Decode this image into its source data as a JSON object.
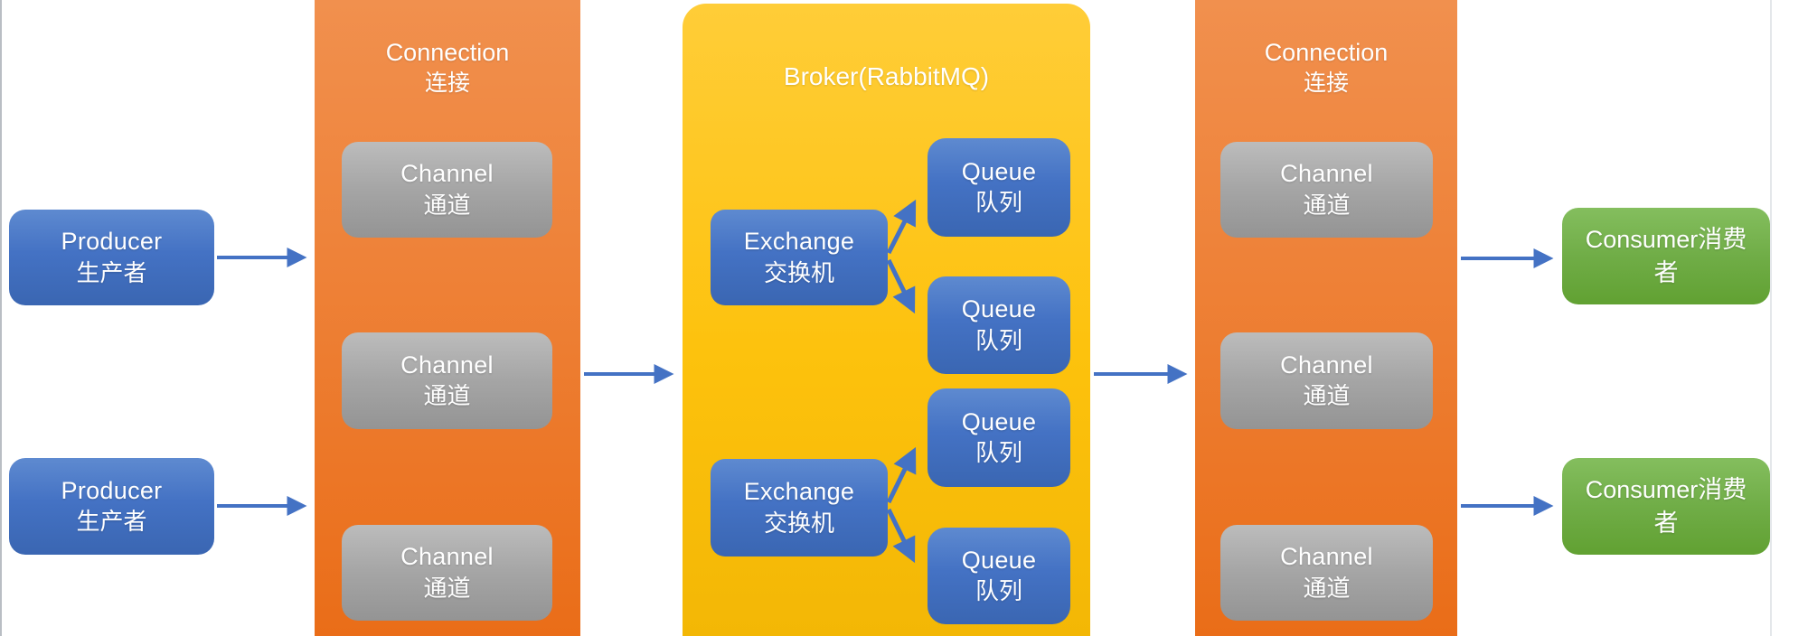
{
  "diagram": {
    "producers": [
      {
        "en": "Producer",
        "zh": "生产者"
      },
      {
        "en": "Producer",
        "zh": "生产者"
      }
    ],
    "producer_connection": {
      "en": "Connection",
      "zh": "连接",
      "channels": [
        {
          "en": "Channel",
          "zh": "通道"
        },
        {
          "en": "Channel",
          "zh": "通道"
        },
        {
          "en": "Channel",
          "zh": "通道"
        }
      ]
    },
    "broker": {
      "title": "Broker(RabbitMQ)",
      "exchanges": [
        {
          "en": "Exchange",
          "zh": "交换机"
        },
        {
          "en": "Exchange",
          "zh": "交换机"
        }
      ],
      "queues": [
        {
          "en": "Queue",
          "zh": "队列"
        },
        {
          "en": "Queue",
          "zh": "队列"
        },
        {
          "en": "Queue",
          "zh": "队列"
        },
        {
          "en": "Queue",
          "zh": "队列"
        }
      ]
    },
    "consumer_connection": {
      "en": "Connection",
      "zh": "连接",
      "channels": [
        {
          "en": "Channel",
          "zh": "通道"
        },
        {
          "en": "Channel",
          "zh": "通道"
        },
        {
          "en": "Channel",
          "zh": "通道"
        }
      ]
    },
    "consumers": [
      {
        "en": "Consumer",
        "zh": "消费者"
      },
      {
        "en": "Consumer",
        "zh": "消费者"
      }
    ],
    "colors": {
      "node_blue": "#4472c4",
      "connection_orange": "#ed7d31",
      "channel_gray": "#a5a5a5",
      "broker_yellow": "#ffc000",
      "consumer_green": "#70ad47",
      "arrow_blue": "#4472c4"
    }
  }
}
